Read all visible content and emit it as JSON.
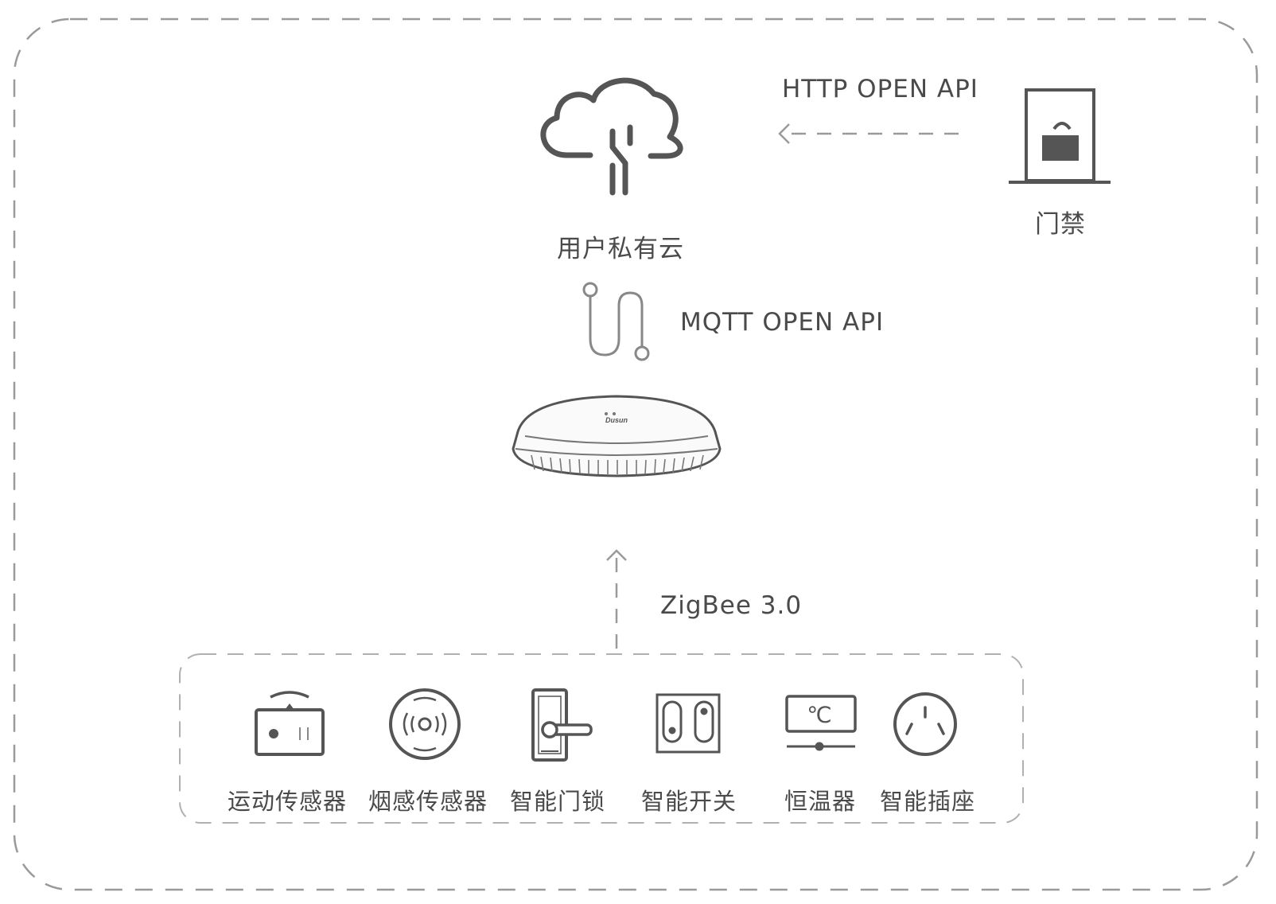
{
  "protocols": {
    "http": "HTTP OPEN API",
    "mqtt": "MQTT OPEN API",
    "zigbee": "ZigBee 3.0"
  },
  "nodes": {
    "private_cloud": "用户私有云",
    "access_control": "门禁"
  },
  "devices": [
    {
      "label": "运动传感器",
      "icon": "motion-sensor-icon"
    },
    {
      "label": "烟感传感器",
      "icon": "smoke-sensor-icon"
    },
    {
      "label": "智能门锁",
      "icon": "smart-lock-icon"
    },
    {
      "label": "智能开关",
      "icon": "smart-switch-icon"
    },
    {
      "label": "恒温器",
      "icon": "thermostat-icon"
    },
    {
      "label": "智能插座",
      "icon": "smart-socket-icon"
    }
  ],
  "gateway_brand": "Dusun",
  "colors": {
    "stroke": "#555555",
    "dash": "#9a9a9a",
    "text": "#4a4a4a"
  }
}
